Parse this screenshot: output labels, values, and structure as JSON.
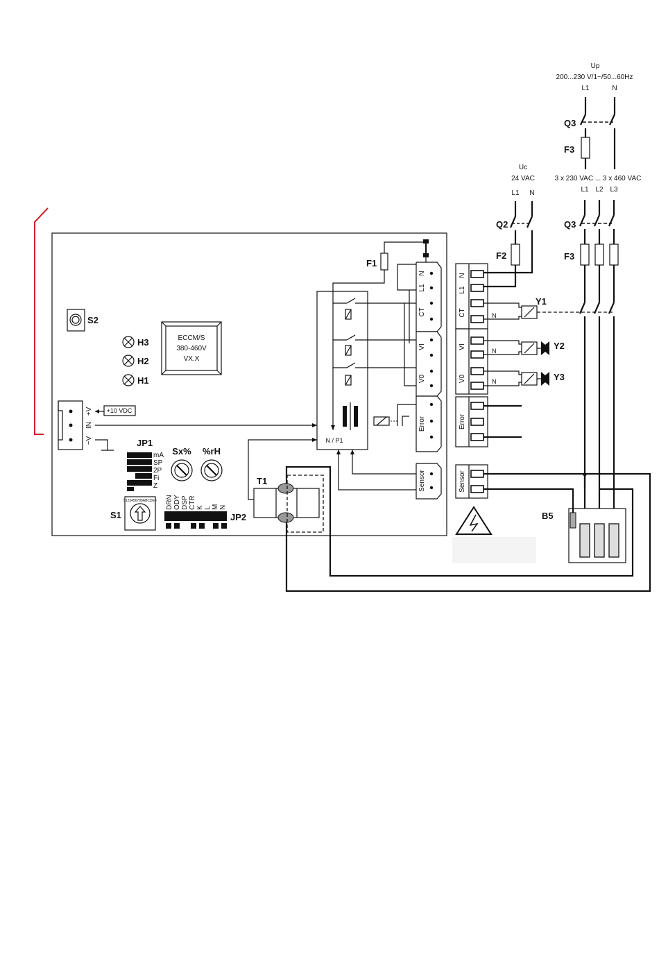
{
  "supply_main": {
    "label": "Up",
    "spec": "200...230 V/1~/50...60Hz",
    "l1": "L1",
    "n": "N"
  },
  "supply_control": {
    "label": "Uc",
    "spec": "24 VAC",
    "l1": "L1",
    "n": "N"
  },
  "supply_3ph": {
    "spec": "3 x 230 VAC ... 3 x 460 VAC",
    "l1": "L1",
    "l2": "L2",
    "l3": "L3"
  },
  "components": {
    "q3": "Q3",
    "f3": "F3",
    "q2": "Q2",
    "f2": "F2",
    "f1": "F1",
    "y1": "Y1",
    "y2": "Y2",
    "y3": "Y3",
    "b5": "B5",
    "t1": "T1",
    "s1": "S1",
    "s2": "S2",
    "jp1": "JP1",
    "jp2": "JP2",
    "h1": "H1",
    "h2": "H2",
    "h3": "H3",
    "sx": "Sx%",
    "rh": "%rH"
  },
  "chip": {
    "line1": "ECCM/S",
    "line2": "380-460V",
    "line3": "VX.X"
  },
  "vdc_label": "+10 VDC",
  "analog_terminal": {
    "plus": "+V",
    "in": "IN",
    "minus": "−V"
  },
  "np1": "N / P1",
  "inner_terminals": {
    "n": "N",
    "l1": "L1",
    "ct": "CT",
    "vi": "VI",
    "vo": "V0",
    "error": "Error",
    "sensor": "Sensor"
  },
  "outer_terminals": {
    "n": "N",
    "l1": "L1",
    "ct": "CT",
    "vi": "VI",
    "vo": "V0",
    "error": "Error",
    "sensor": "Sensor"
  },
  "jp1_options": [
    "mA",
    "SP",
    "2P",
    "Fi",
    "Z"
  ],
  "jp2_options": [
    "DRN",
    "ODY",
    "DSP",
    "CTR",
    "K",
    "L",
    "M",
    "N"
  ],
  "s1_dial_chars": "0123456789ABCDEF"
}
